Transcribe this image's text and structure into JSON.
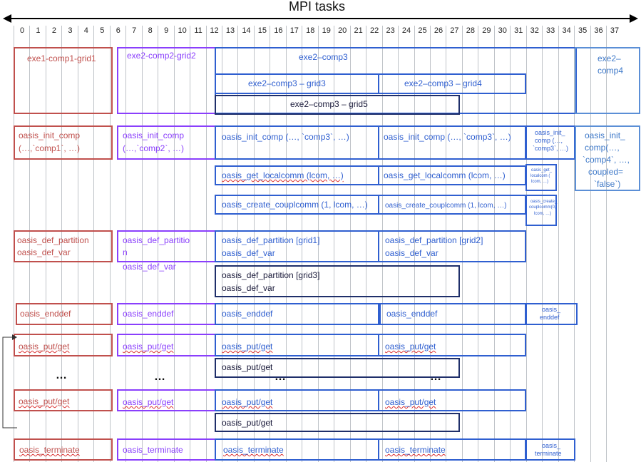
{
  "header": {
    "title": "MPI tasks"
  },
  "ticks": [
    "0",
    "1",
    "2",
    "3",
    "4",
    "5",
    "6",
    "7",
    "8",
    "9",
    "10",
    "11",
    "12",
    "13",
    "14",
    "15",
    "16",
    "17",
    "18",
    "19",
    "20",
    "21",
    "22",
    "23",
    "24",
    "25",
    "26",
    "27",
    "28",
    "29",
    "30",
    "31",
    "32",
    "33",
    "34",
    "35",
    "36",
    "37"
  ],
  "exes": {
    "exe1_comp1": "exe1-comp1-grid1",
    "exe2_comp2": "exe2-comp2-grid2",
    "exe2_comp3": "exe2–comp3",
    "exe2_comp4_l1": "exe2–",
    "exe2_comp4_l2": "comp4",
    "grid3": "exe2–comp3 – grid3",
    "grid4": "exe2–comp3 – grid4",
    "grid5": "exe2–comp3 – grid5"
  },
  "init": {
    "c1_l1": "oasis_init_comp",
    "c1_l2": "(…,`comp1`, …)",
    "c2_l1": "oasis_init_comp",
    "c2_l2": "(…,`comp2`, …)",
    "c3a": "oasis_init_comp (…, `comp3`, …)",
    "c3b": "oasis_init_comp (…, `comp3`, …)",
    "c3c_l1": "oasis_init_",
    "c3c_l2": "comp (…,",
    "c3c_l3": "`comp3`, …)",
    "c4_l1": "oasis_init_",
    "c4_l2": "comp(…,",
    "c4_l3": "`comp4`, …,",
    "c4_l4": "coupled=",
    "c4_l5": "`false`)",
    "lc_a": "oasis_get_localcomm (lcom, …)",
    "lc_b": "oasis_get_localcomm (lcom, …)",
    "lc_c_l1": "oasis_get_",
    "lc_c_l2": "localcom (",
    "lc_c_l3": "lcom, …)",
    "cc_a": "oasis_create_couplcomm (1, lcom, …)",
    "cc_b": "oasis_create_couplcomm (1, lcom, …)",
    "cc_c_l1": "oasis_create_",
    "cc_c_l2": "couplcomm(0,",
    "cc_c_l3": "lcom, …)"
  },
  "def": {
    "d1_l1": "oasis_def_partition",
    "d1_l2": "oasis_def_var",
    "d2_l1": "oasis_def_partitio",
    "d2_l2": "n",
    "d2_l3": "oasis_def_var",
    "d3_l1": "oasis_def_partition [grid1]",
    "d3_l2": "oasis_def_var",
    "d4_l1": "oasis_def_partition [grid2]",
    "d4_l2": "oasis_def_var",
    "d5_l1": "oasis_def_partition [grid3]",
    "d5_l2": "oasis_def_var"
  },
  "enddef": {
    "e1": "oasis_enddef",
    "e2": "oasis_enddef",
    "e3": "oasis_enddef",
    "e4": "oasis_enddef",
    "e5_l1": "oasis_",
    "e5_l2": "enddef"
  },
  "put1": {
    "p1": "oasis_put/get",
    "p2": "oasis_put/get",
    "p3": "oasis_put/get",
    "p4": "oasis_put/get",
    "p5": "oasis_put/get"
  },
  "dots": "…",
  "put2": {
    "p1": "oasis_put/get",
    "p2": "oasis_put/get",
    "p3": "oasis_put/get",
    "p4": "oasis_put/get",
    "p5": "oasis_put/get"
  },
  "term": {
    "t1": "oasis_terminate",
    "t2": "oasis_terminate",
    "t3": "oasis_terminate",
    "t4": "oasis_terminate",
    "t5_l1": "oasis_",
    "t5_l2": "terminate"
  },
  "colors": {
    "red": "#c0504d",
    "purple": "#8a3ffc",
    "blue": "#2f5fd0",
    "navy": "#1f2f6a",
    "light_blue": "#5b8fd6"
  }
}
